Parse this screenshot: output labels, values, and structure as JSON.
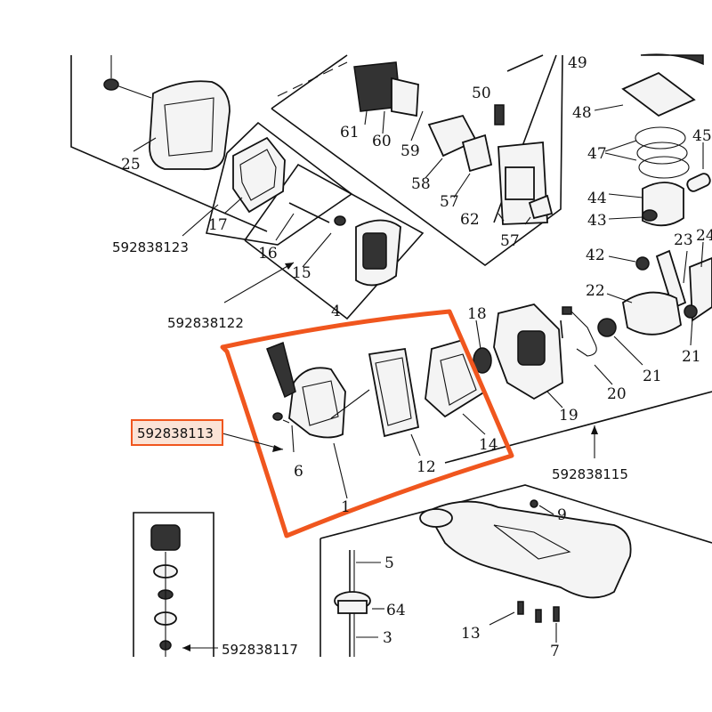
{
  "diagram": {
    "highlight_color": "#f0561e",
    "highlight_label_bg": "#fbe3d6",
    "labels": {
      "p49": "49",
      "p50": "50",
      "p48": "48",
      "p45": "45",
      "p47": "47",
      "p44": "44",
      "p43": "43",
      "p23": "23",
      "p24": "24",
      "p42": "42",
      "p22": "22",
      "p21a": "21",
      "p21b": "21",
      "p20": "20",
      "p19": "19",
      "p18": "18",
      "p14": "14",
      "p12": "12",
      "p1": "1",
      "p6": "6",
      "p25": "25",
      "p17": "17",
      "p16": "16",
      "p15": "15",
      "p4": "4",
      "p61": "61",
      "p60": "60",
      "p59": "59",
      "p58": "58",
      "p57a": "57",
      "p57b": "57",
      "p62": "62",
      "p9": "9",
      "p5": "5",
      "p64": "64",
      "p3": "3",
      "p13": "13",
      "p7": "7"
    },
    "codes": {
      "c123": "592838123",
      "c122": "592838122",
      "c113": "592838113",
      "c115": "592838115",
      "c117": "592838117"
    }
  }
}
